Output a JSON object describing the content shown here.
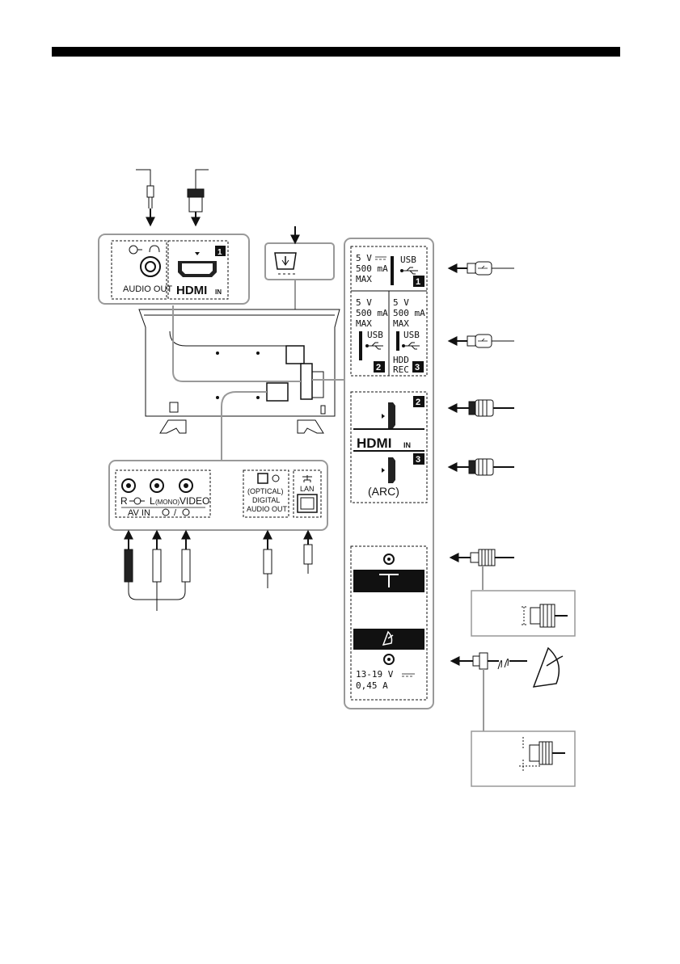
{
  "top_panel": {
    "audio_out_label": "AUDIO OUT",
    "hdmi_in_badge": "1",
    "hdmi_word": "HDMI",
    "in_word": "IN"
  },
  "usb_panel": {
    "usb1": {
      "voltage": "5 V",
      "current": "500 mA",
      "max": "MAX",
      "label": "USB",
      "badge": "1"
    },
    "usb2": {
      "voltage": "5 V",
      "current": "500 mA",
      "max": "MAX",
      "label": "USB",
      "badge": "2"
    },
    "usb3": {
      "voltage": "5 V",
      "current": "500 mA",
      "max": "MAX",
      "label": "USB",
      "line1": "HDD",
      "line2": "REC",
      "badge": "3"
    }
  },
  "hdmi_panel": {
    "badge2": "2",
    "badge3": "3",
    "hdmi_word": "HDMI",
    "in_word": "IN",
    "arc_label": "(ARC)"
  },
  "antenna_panel": {
    "sat_voltage": "13-19 V",
    "sat_current": "0,45 A"
  },
  "bottom_panel": {
    "av_r": "R",
    "av_l": "L",
    "av_mono": "(MONO)",
    "video": "VIDEO",
    "av_in": "AV IN",
    "av_slash": "/",
    "optical": "(OPTICAL)",
    "digital": "DIGITAL",
    "audio_out": "AUDIO OUT",
    "lan": "LAN"
  }
}
